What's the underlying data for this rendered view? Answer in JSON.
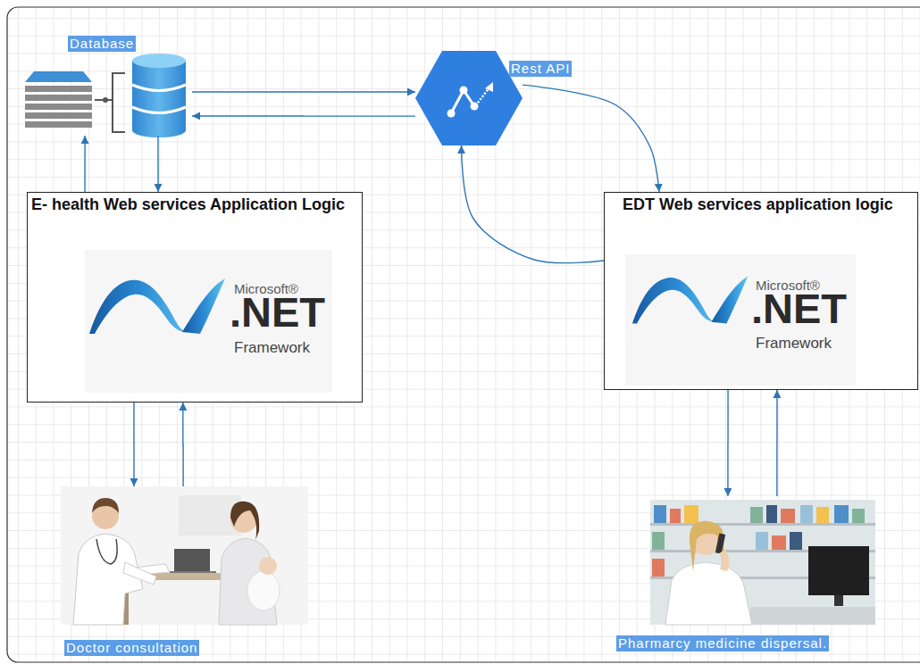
{
  "diagram": {
    "nodes": [
      {
        "text": [
          "Database"
        ]
      },
      {
        "text": [
          "Rest API"
        ]
      },
      {
        "text": [
          "E- health Web services Application Logic"
        ]
      },
      {
        "text": [
          "EDT Web services application logic"
        ]
      },
      {
        "text": [
          "Doctor consultation"
        ]
      },
      {
        "text": [
          "Pharmarcy medicine dispersal."
        ]
      }
    ],
    "edges": [
      {
        "from": 0,
        "to": 1,
        "arrow": "to"
      },
      {
        "from": 1,
        "to": 0,
        "arrow": "to"
      },
      {
        "from": 0,
        "to": 2,
        "arrow": "to"
      },
      {
        "from": 2,
        "to": 0,
        "arrow": "to"
      },
      {
        "from": 1,
        "to": 3,
        "arrow": "to"
      },
      {
        "from": 3,
        "to": 1,
        "arrow": "to"
      },
      {
        "from": 2,
        "to": 4,
        "arrow": "to"
      },
      {
        "from": 4,
        "to": 2,
        "arrow": "to"
      },
      {
        "from": 3,
        "to": 5,
        "arrow": "to"
      },
      {
        "from": 5,
        "to": 3,
        "arrow": "to"
      }
    ],
    "labels": [
      "Microsoft®",
      ".NET",
      "Framework",
      "Microsoft®",
      ".NET",
      "Framework"
    ]
  }
}
